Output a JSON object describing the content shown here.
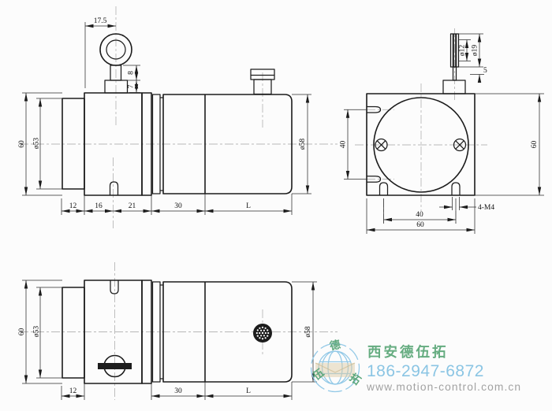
{
  "drawing": {
    "type": "engineering-drawing",
    "subject": "draw-wire encoder, three orthographic views",
    "colors": {
      "line": "#1c1c1c",
      "centerline": "#b8b8b8",
      "background": "#fcfcfc"
    },
    "labels": {
      "sv_17_5": "17.5",
      "sv_8": "8",
      "sv_7": "7",
      "sv_60": "60",
      "sv_d53": "ø53",
      "sv_d58": "ø58",
      "sv_12": "12",
      "sv_16": "16",
      "sv_21": "21",
      "sv_30": "30",
      "sv_L": "L",
      "ev_d12": "ø12",
      "ev_d19": "ø19",
      "ev_5": "5",
      "ev_40v": "40",
      "ev_60v": "60",
      "ev_40h": "40",
      "ev_60h": "60",
      "ev_4m4": "4-M4",
      "bv_60": "60",
      "bv_d53": "ø53",
      "bv_d58": "ø58",
      "bv_12": "12",
      "bv_30": "30",
      "bv_L": "L"
    }
  },
  "watermark": {
    "company": "西安德伍拓",
    "phone": "186-2947-6872",
    "website": "www.motion-control.com.cn",
    "logo_char_top": "德",
    "logo_char_left": "伍",
    "logo_char_right": "拓",
    "colors": {
      "company": "#5da87a",
      "phone": "#85c3e3",
      "website": "#9e9e9e",
      "logo": "#8ec7e6"
    }
  }
}
